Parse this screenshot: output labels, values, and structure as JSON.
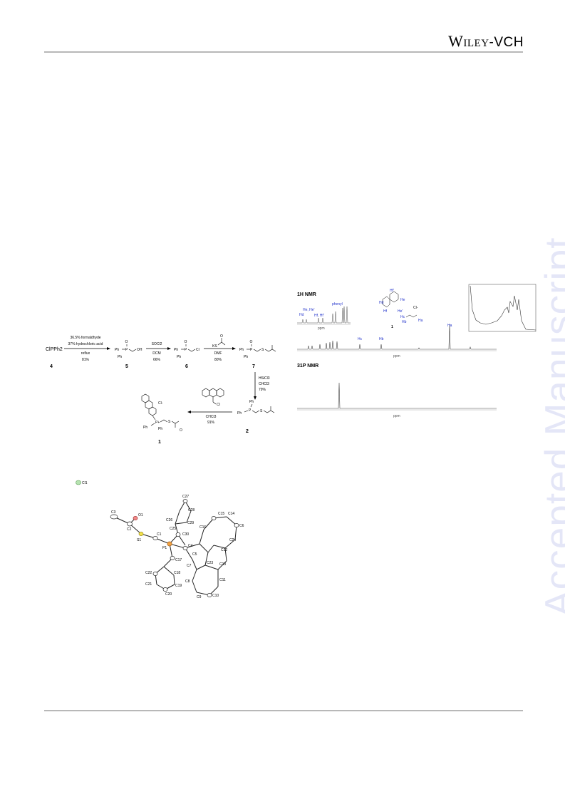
{
  "header": {
    "publisher_main": "Wiley",
    "publisher_suffix": "-VCH"
  },
  "watermark": "Accepted Manuscript",
  "scheme": {
    "reagents": {
      "step1": [
        "36.5% formaldhyde",
        "37% hydrochloric acid",
        "reflux",
        "81%"
      ],
      "step2": [
        "SOCl2",
        "DCM",
        "66%"
      ],
      "step3": [
        "KS",
        "DMF",
        "80%"
      ],
      "step4": [
        "HSiCl3",
        "CHCl3",
        "79%"
      ],
      "step5": [
        "Cl",
        "CHCl3",
        "91%"
      ]
    },
    "compounds": {
      "c4": "ClPPh2",
      "c5": "5",
      "c6": "6",
      "c7": "7",
      "c2": "2",
      "c1": "1",
      "n4": "4"
    },
    "atoms": {
      "ph": "Ph",
      "p": "P",
      "o": "O",
      "oh": "OH",
      "cl": "Cl",
      "s": "S",
      "clminus": "Cl-",
      "pplus": "P+"
    }
  },
  "nmr": {
    "h_label": "1H NMR",
    "p_label": "31P NMR",
    "peaks": [
      "Hd",
      "He, He'",
      "Hf, Hf'",
      "phenyl",
      "Hc",
      "Hb",
      "Ha"
    ],
    "struct_labels": [
      "Hf'",
      "Hd",
      "He",
      "Hf",
      "He'",
      "Hc",
      "Hb",
      "Ha",
      "Cl-",
      "1"
    ],
    "ppm": "ppm"
  },
  "crystal": {
    "labels": [
      "Cl1",
      "C27",
      "C28",
      "C26",
      "C25",
      "C29",
      "C30",
      "C3",
      "O1",
      "C2",
      "C1",
      "S1",
      "P1",
      "C4",
      "C5",
      "C6",
      "C14",
      "C15",
      "C16",
      "C17",
      "C18",
      "C19",
      "C20",
      "C21",
      "C22",
      "C23",
      "C24",
      "C12",
      "C13",
      "C11",
      "C10",
      "C9",
      "C8",
      "C7"
    ]
  }
}
